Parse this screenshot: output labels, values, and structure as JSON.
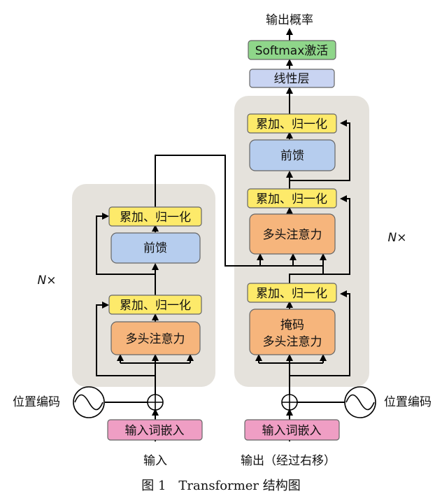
{
  "caption": "图 1　Transformer 结构图",
  "encoder": {
    "repeat_label": "N×",
    "add_norm_top": "累加、归一化",
    "feedforward": "前馈",
    "add_norm_bottom": "累加、归一化",
    "attention": "多头注意力"
  },
  "decoder": {
    "repeat_label": "N×",
    "add_norm_top": "累加、归一化",
    "feedforward": "前馈",
    "add_norm_mid": "累加、归一化",
    "cross_attention": "多头注意力",
    "add_norm_bottom": "累加、归一化",
    "masked_attention_line1": "掩码",
    "masked_attention_line2": "多头注意力"
  },
  "head": {
    "output_prob": "输出概率",
    "softmax": "Softmax激活",
    "linear": "线性层"
  },
  "inputs": {
    "encoder_embed": "输入词嵌入",
    "decoder_embed": "输入词嵌入",
    "encoder_input": "输入",
    "decoder_input": "输出（经过右移）",
    "pos_left": "位置编码",
    "pos_right": "位置编码"
  },
  "colors": {
    "stack_bg": "#e5e2dc",
    "add_norm": "#fdea6a",
    "feedforward": "#b6cdee",
    "attention": "#f6b57c",
    "softmax": "#8fd68a",
    "linear": "#c9d4f2",
    "embed": "#ef9ec4",
    "line": "#000000"
  }
}
